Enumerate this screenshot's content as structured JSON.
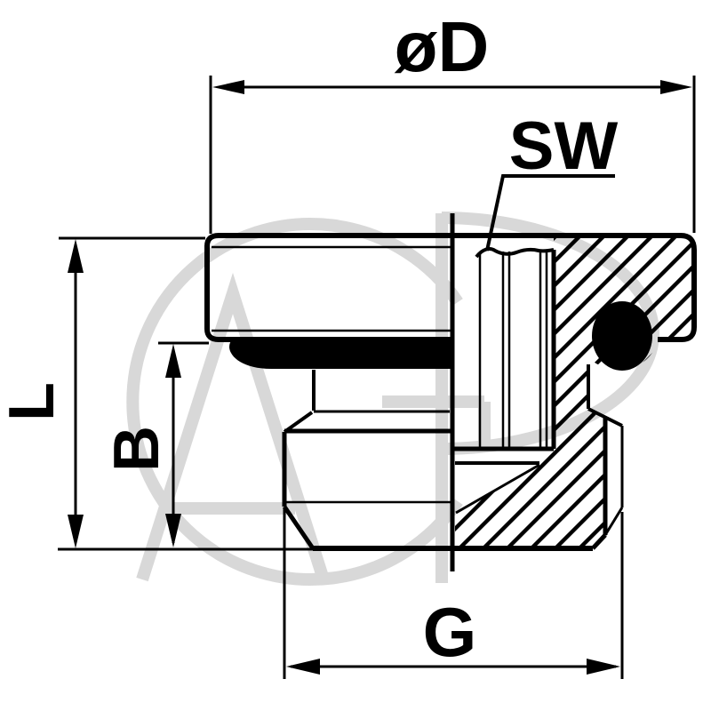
{
  "drawing": {
    "type": "technical-section-drawing",
    "labels": {
      "diameter": "øD",
      "wrench_size": "SW",
      "overall_length": "L",
      "body_length": "B",
      "thread": "G"
    },
    "watermark_text": "AGP",
    "colors": {
      "line": "#000000",
      "background": "#ffffff",
      "watermark": "#d8d8d8",
      "seal": "#000000",
      "o_ring": "#000000"
    }
  }
}
